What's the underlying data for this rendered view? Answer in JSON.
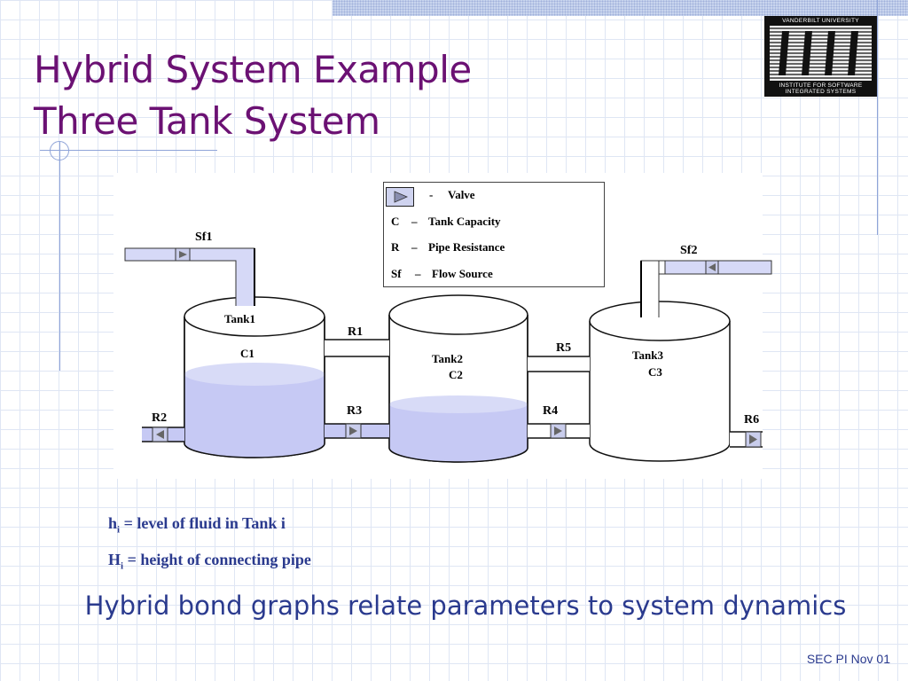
{
  "slide": {
    "title_line1": "Hybrid System Example",
    "title_line2": "Three Tank System"
  },
  "logo": {
    "top_text": "VANDERBILT UNIVERSITY",
    "bottom_text_line1": "INSTITUTE FOR SOFTWARE",
    "bottom_text_line2": "INTEGRATED SYSTEMS"
  },
  "legend": {
    "rows": [
      {
        "symbol": "",
        "dash": "-",
        "description": "Valve"
      },
      {
        "symbol": "C",
        "dash": "–",
        "description": "Tank Capacity"
      },
      {
        "symbol": "R",
        "dash": "–",
        "description": "Pipe Resistance"
      },
      {
        "symbol": "Sf",
        "dash": "–",
        "description": "Flow Source"
      }
    ]
  },
  "diagram": {
    "sources": [
      "Sf1",
      "Sf2"
    ],
    "tanks": [
      {
        "name": "Tank1",
        "capacity": "C1"
      },
      {
        "name": "Tank2",
        "capacity": "C2"
      },
      {
        "name": "Tank3",
        "capacity": "C3"
      }
    ],
    "resistances": [
      "R1",
      "R2",
      "R3",
      "R4",
      "R5",
      "R6"
    ],
    "colors": {
      "fluid": "#c6c9f4",
      "fluid_top": "#d8dbf7",
      "pipe": "#d6d9f7",
      "valve": "#c9cdec"
    }
  },
  "notes": {
    "line1": {
      "symbol": "h",
      "subscript": "i",
      "text": " = level of fluid in Tank i"
    },
    "line2": {
      "symbol": "H",
      "subscript": "i",
      "text": " = height of connecting pipe"
    }
  },
  "subtitle": "Hybrid bond graphs relate parameters to system dynamics",
  "footer": "SEC PI  Nov 01"
}
